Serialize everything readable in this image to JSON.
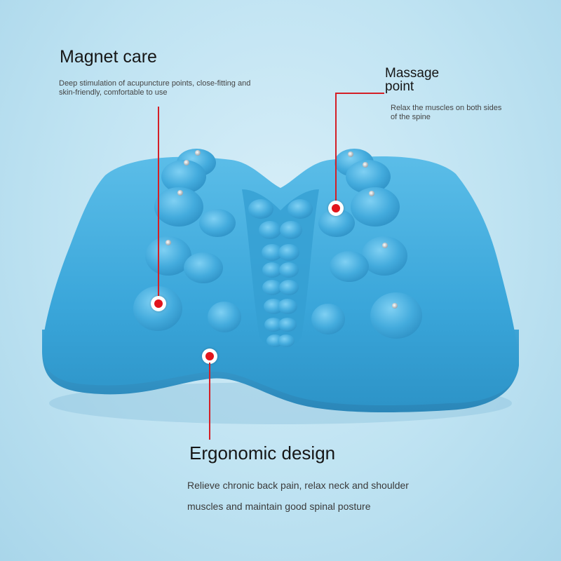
{
  "colors": {
    "background": "#c4e6f4",
    "product_blue": "#3fa9dc",
    "callout_red": "#d41f26"
  },
  "callouts": {
    "magnet": {
      "title": "Magnet care",
      "description": "Deep stimulation of acupuncture points, close-fitting and\nskin-friendly, comfortable to use"
    },
    "massage": {
      "title": "Massage\npoint",
      "description": "Relax the muscles on both sides\nof the spine"
    },
    "ergonomic": {
      "title": "Ergonomic design",
      "description": "Relieve chronic back pain, relax neck and shoulder\nmuscles and maintain good spinal posture"
    }
  }
}
